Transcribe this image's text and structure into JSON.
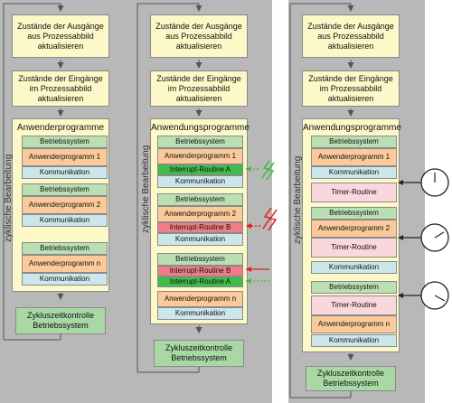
{
  "common": {
    "outputs": "Zustände der Ausgänge aus Prozessabbild aktualisieren",
    "inputs": "Zustände der Eingänge im Prozessabbild aktualisieren",
    "cycle": "zyklische Bearbeitung",
    "betrieb": "Betriebssystem",
    "komm": "Kommunikation",
    "zyklus": "Zykluszeitkontrolle Betriebssystem"
  },
  "outputs_lines": [
    "Zustände der Ausgänge",
    "aus Prozessabbild",
    "aktualisieren"
  ],
  "inputs_lines": [
    "Zustände der Eingänge",
    "im Prozessabbild",
    "aktualisieren"
  ],
  "zyklus_lines": [
    "Zykluszeitkontrolle",
    "Betriebssystem"
  ],
  "panel1": {
    "title": "Anwenderprogramme",
    "app1": "Anwenderprogramm 1",
    "app2": "Anwenderprogramm 2",
    "appn": "Anwenderprogramm n"
  },
  "panel2": {
    "title": "Anwendungsprogramme",
    "app1": "Anwenderprogramm 1",
    "intA": "Interrupt-Routine A",
    "app2": "Anwenderprogramm 2",
    "intB": "Interrupt-Routine B",
    "appn": "Anwenderprogramm n"
  },
  "panel3": {
    "title": "Anwendungsprogramme",
    "app1": "Anwenderprogramm 1",
    "timer": "Timer-Routine",
    "app2": "Anwenderprogramm 2",
    "appn": "Anwenderprogramm n"
  },
  "colors": {
    "panel_bg": "#b8b8b8",
    "box_bg": "#fdf8c8",
    "betriebssystem": "#b9dfb3",
    "anwenderprogramm": "#fbc99a",
    "kommunikation": "#cce7ec",
    "interrupt_a": "#3ebd47",
    "interrupt_b": "#f07d86",
    "timer_routine": "#fad6dd",
    "zyklus": "#a9d8a5",
    "lightning_green": "#3fbf3f",
    "lightning_red": "#e02020"
  },
  "icons": [
    "green-lightning-icon",
    "red-lightning-icon",
    "clock-icon"
  ]
}
